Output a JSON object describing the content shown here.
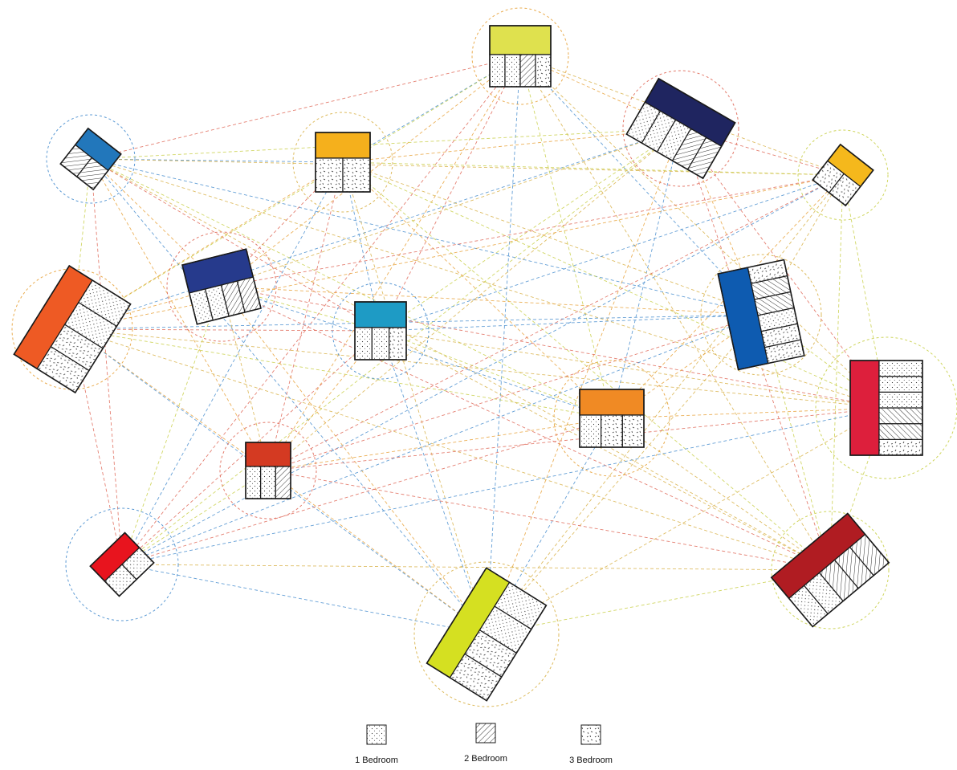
{
  "colors": {
    "link_palette": [
      "#e8a33c",
      "#e06a5a",
      "#4a8fcf",
      "#d9b24a",
      "#c9d04a"
    ],
    "outline": "#1a1a1a",
    "hatch": "#333333"
  },
  "units": [
    {
      "id": "unit-1",
      "accent": "#dfe14e",
      "pattern": [
        "dot",
        "dot",
        "hatch",
        "spot"
      ]
    },
    {
      "id": "unit-2",
      "accent": "#1f2560",
      "pattern": [
        "dot",
        "dot",
        "dot",
        "hatch",
        "hatch"
      ]
    },
    {
      "id": "unit-3",
      "accent": "#2277bb",
      "pattern": [
        "hatch",
        "hatch"
      ]
    },
    {
      "id": "unit-4",
      "accent": "#f5b01c",
      "pattern": [
        "spot",
        "spot"
      ]
    },
    {
      "id": "unit-5",
      "accent": "#f5b81c",
      "pattern": [
        "spot",
        "spot"
      ]
    },
    {
      "id": "unit-6",
      "accent": "#ee5a24",
      "pattern": [
        "spot",
        "spot",
        "dot",
        "dot"
      ]
    },
    {
      "id": "unit-7",
      "accent": "#263a8c",
      "pattern": [
        "dot",
        "dot",
        "hatch",
        "hatch"
      ]
    },
    {
      "id": "unit-8",
      "accent": "#1e9bc5",
      "pattern": [
        "dot",
        "dot",
        "spot"
      ]
    },
    {
      "id": "unit-9",
      "accent": "#0e5bb0",
      "pattern": [
        "spot",
        "spot",
        "dot",
        "hatch",
        "hatch",
        "spot"
      ]
    },
    {
      "id": "unit-10",
      "accent": "#dd1f3c",
      "pattern": [
        "spot",
        "hatch",
        "hatch",
        "dot",
        "dot",
        "dot"
      ]
    },
    {
      "id": "unit-11",
      "accent": "#f08a24",
      "pattern": [
        "dot",
        "spot",
        "spot"
      ]
    },
    {
      "id": "unit-12",
      "accent": "#d43a22",
      "pattern": [
        "dot",
        "dot",
        "hatch"
      ]
    },
    {
      "id": "unit-13",
      "accent": "#e8141e",
      "pattern": [
        "dot",
        "dot"
      ]
    },
    {
      "id": "unit-14",
      "accent": "#d5e021",
      "pattern": [
        "spot",
        "spot",
        "dot",
        "dot"
      ]
    },
    {
      "id": "unit-15",
      "accent": "#b01c22",
      "pattern": [
        "dot",
        "dot",
        "hatch",
        "hatch",
        "hatch"
      ]
    }
  ],
  "legend": {
    "items": [
      {
        "key": "dot",
        "label": "1 Bedroom"
      },
      {
        "key": "hatch",
        "label": "2 Bedroom"
      },
      {
        "key": "spot",
        "label": "3 Bedroom"
      }
    ]
  }
}
